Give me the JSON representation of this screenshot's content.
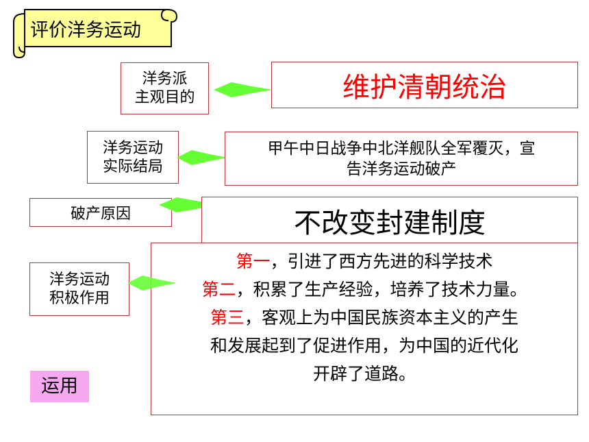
{
  "title": "评价洋务运动",
  "rows": {
    "purpose": {
      "label": [
        "洋务派",
        "主观目的"
      ],
      "result": "维护清朝统治"
    },
    "outcome": {
      "label": [
        "洋务运动",
        "实际结局"
      ],
      "result": [
        "甲午中日战争中北洋舰队全军覆灭，宣",
        "告洋务运动破产"
      ]
    },
    "cause": {
      "label": "破产原因",
      "result": "不改变封建制度"
    },
    "positive": {
      "label": [
        "洋务运动",
        "积极作用"
      ],
      "points": [
        {
          "marker": "第一",
          "text": "，引进了西方先进的科学技术"
        },
        {
          "marker": "第二",
          "text": "，积累了生产经验，培养了技术力量。"
        },
        {
          "marker": "第三",
          "text": "，客观上为中国民族资本主义的产生"
        }
      ],
      "continuation": [
        "和发展起到了促进作用，为中国的近代化",
        "开辟了道路。"
      ]
    }
  },
  "apply_tag": "运用",
  "colors": {
    "box_border": "#c0303a",
    "scroll_fill": "#ffff99",
    "arrow_fill": "#66ff33",
    "emphasis": "#ff0000",
    "tag_fill": "#f6a8f0"
  }
}
